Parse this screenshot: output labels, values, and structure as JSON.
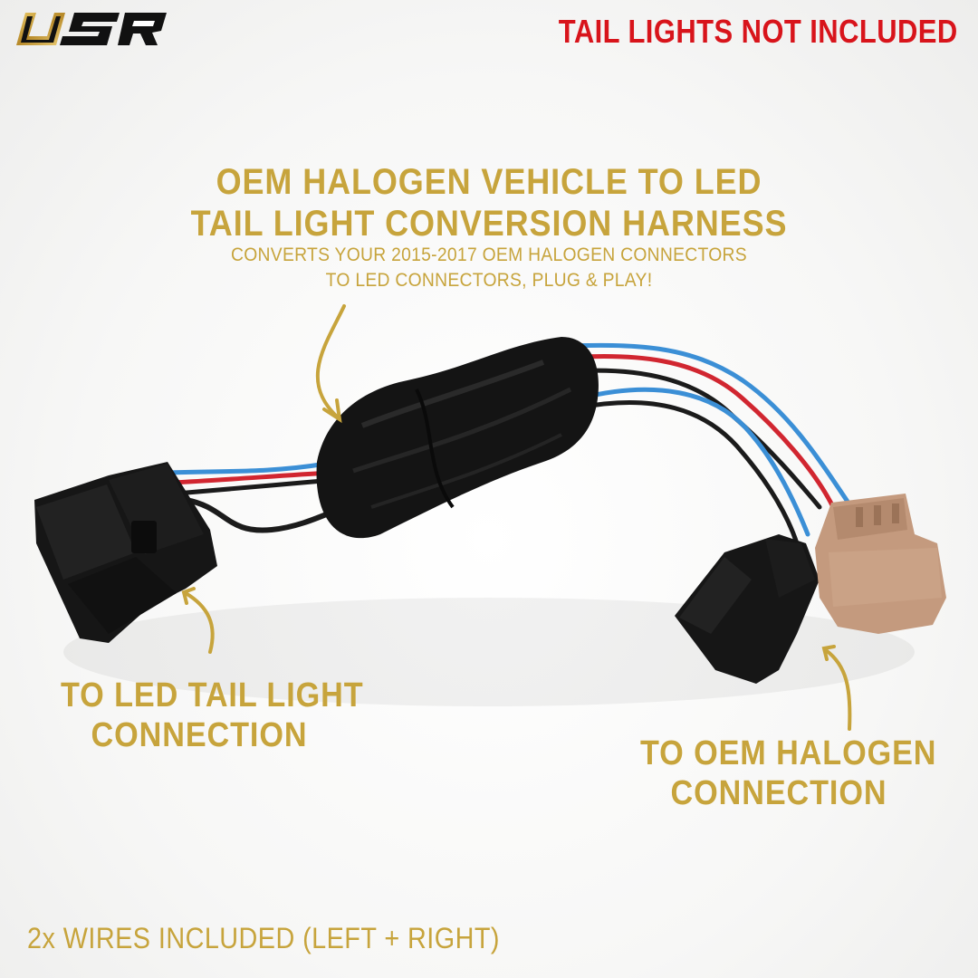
{
  "brand": {
    "logo_text": "USR"
  },
  "notice": "TAIL LIGHTS NOT INCLUDED",
  "headline": {
    "line1": "OEM HALOGEN VEHICLE TO LED",
    "line2": "TAIL LIGHT CONVERSION HARNESS",
    "sub1": "CONVERTS YOUR 2015-2017 OEM HALOGEN CONNECTORS",
    "sub2": "TO LED CONNECTORS, PLUG & PLAY!"
  },
  "callouts": {
    "left_line1": "TO LED TAIL LIGHT",
    "left_line2": "CONNECTION",
    "right_line1": "TO OEM HALOGEN",
    "right_line2": "CONNECTION"
  },
  "footer": "2x WIRES INCLUDED (LEFT + RIGHT)",
  "colors": {
    "gold": "#c7a43c",
    "red": "#d8141b",
    "connector_black": "#161616",
    "connector_tan": "#c49a7e",
    "wire_blue": "#3b8fd6",
    "wire_red": "#d12630"
  }
}
